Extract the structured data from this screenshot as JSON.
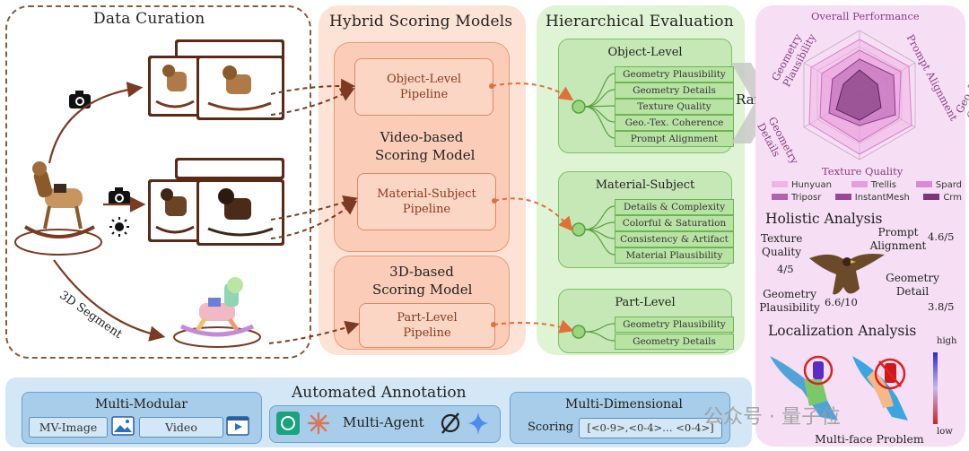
{
  "sections": {
    "curation": "Data Curation",
    "hybrid": "Hybrid Scoring Models",
    "hierarchical": "Hierarchical Evaluation"
  },
  "curation": {
    "segment_label": "3D Segment"
  },
  "hybrid": {
    "object_pipeline": [
      "Object-Level",
      "Pipeline"
    ],
    "video_model": [
      "Video-based",
      "Scoring Model"
    ],
    "material_pipeline": [
      "Material-Subject",
      "Pipeline"
    ],
    "model_3d": [
      "3D-based",
      "Scoring Model"
    ],
    "part_pipeline": [
      "Part-Level",
      "Pipeline"
    ]
  },
  "hierarchical": {
    "object": {
      "title": "Object-Level",
      "items": [
        "Geometry Plausibility",
        "Geometry Details",
        "Texture Quality",
        "Geo.-Tex. Coherence",
        "Prompt Alignment"
      ]
    },
    "material": {
      "title": "Material-Subject",
      "items": [
        "Details & Complexity",
        "Colorful & Saturation",
        "Consistency & Artifact",
        "Material Plausibility"
      ]
    },
    "part": {
      "title": "Part-Level",
      "items": [
        "Geometry Plausibility",
        "Geometry Details"
      ]
    }
  },
  "rank_label": "Rank",
  "radar": {
    "axes": [
      "Overall Performance",
      "Prompt Alignment",
      "Geo.-Tex. Coherency",
      "Texture Quality",
      "Geometry Details",
      "Geometry Plausibility"
    ],
    "legend": [
      "Hunyuan",
      "Trellis",
      "Spard",
      "Triposr",
      "InstantMesh",
      "Crm"
    ],
    "legend_colors": [
      "#f0b4e6",
      "#e99bdd",
      "#d98ad0",
      "#b561ae",
      "#9a4896",
      "#7b3578"
    ]
  },
  "holistic": {
    "title": "Holistic Analysis",
    "texture_quality_label": "Texture Quality",
    "texture_quality_score": "4/5",
    "prompt_alignment_label": "Prompt Alignment",
    "prompt_alignment_score": "4.6/5",
    "geometry_detail_label": "Geometry Detail",
    "geometry_detail_score": "3.8/5",
    "geometry_plausibility_label": "Geometry Plausibility",
    "geometry_plausibility_score": "6.6/10"
  },
  "localization": {
    "title": "Localization Analysis",
    "scale_high": "high",
    "scale_low": "low",
    "caption": "Multi-face Problem"
  },
  "bottom": {
    "title": "Automated Annotation",
    "multi_modular": "Multi-Modular",
    "mv_image": "MV-Image",
    "video": "Video",
    "multi_agent": "Multi-Agent",
    "multi_dimensional": "Multi-Dimensional",
    "scoring": "Scoring",
    "scoring_range": "[<0-9>,<0-4>… <0-4>]"
  },
  "watermark": "公众号 · 量子位"
}
